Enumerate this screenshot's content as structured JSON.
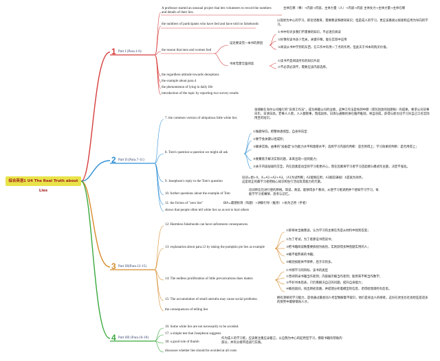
{
  "root": {
    "label": "综合英语1 U4 The Real Truth about Lies"
  },
  "parts": [
    {
      "num": "1",
      "label": "Part I (Para.1-6)",
      "color": "#d63b3b"
    },
    {
      "num": "2",
      "label": "Part II (Para.7-11)",
      "color": "#2c8ed6"
    },
    {
      "num": "3",
      "label": "Part III(Para.12-15)",
      "color": "#d68a2a"
    },
    {
      "num": "4",
      "label": "Part IIII (Para.16-18)",
      "color": "#38a83c"
    }
  ],
  "p1": {
    "n1": "A professor started an unusual project that lets volunteers to record the numbers and details of their lies.",
    "n1_note": "主体在哪（事）→内容→内容，主体力量（人）→内容→内容 主体女力→主体力量→主体在哪",
    "n2": "the numbers of participants who have lied and have told no falsehoods",
    "n2_note": "以现状为中心的学习，即近话教育，需要教读和硬背知识；但是成人的学习，更应该重视以探索和应用为导向的学习。",
    "n3": "the reason that men and women lied",
    "n3_sub1": "设近要读完一本书的原因",
    "n3_sub1_items": [
      "①书中有许多我们不需要的知识，不必逐页阅读",
      "②好像有读书多少无关，关键于精，能在实际中应用",
      "③阅读从书中学到的东西，在工作中有用一了点的作用，但此天于书本的购买价值。"
    ],
    "n3_sub2": "书本无需全面阅读",
    "n3_sub2_items": [
      "①读书不是阅读所有的知识片段",
      "②不必求必须不，需要应该内容选择。"
    ],
    "n4": "the regardless attitude towards deceptions",
    "n5": "the example about para.4",
    "n6": "the phenomenon of lying in daily life",
    "n7": "introduction of the topic by reporting two survey results"
  },
  "p2": {
    "n1": "7. the common version of ubiquitous little white lies",
    "n1_note": "张瑞敏在海尔公司推行的\"日清工作法\"，成功将最公司的业绩。这种工作法是每到中期（或包括放的短期每）的成果，要求公司日事日毕，日清日高，若事人人管，人人都管事，而成段你。日清与通数的讲在循环推则，将自创成，获得与新文化学习对自己工有实际用且的短识。",
    "n2": "8. Tom's question-a question we might all ask",
    "n2_items": [
      "①做题导向，把整体透彻型，自身导向型",
      "②要学会关键以径成阶；",
      "③确讲实践，由事的\"准备度\"分为能力水平和意愿水平；选择学习内容的判断：是否用得上；学习效果的判断：是否用得上；",
      "④要聚焦于解决实际问题，未来出现一层的能力；",
      "⑤关于内容层级的交互，内在因素是动型的学习者更开心，而在因素将学习者学习还起哪么模式作主题，决定不强化。"
    ],
    "n3": "9. Josephson's reply to the Tom's question",
    "n3_note": "培训=想+X，X=A1+A2+A3。（A1为试判断；A2能够应用；A3能较满视）X是就为效务，这是简正的最学习者把核心知识和生行活动及其能力的元素。",
    "n4": "10. further questions about the example of Tom",
    "n4_note": "培训师信任进行使的原格。简说、真说、能够得多个教块，从使学习者调用并个想知学习学习，每能学学习者嘴够、思考与记忆。",
    "n5": "11: the fiction of \"zero lies\"",
    "n5_note": "BIA=最建拆目（科题）+讲解引导（推崇）+执为己用（手者）",
    "n6": "shows that people often tell white lies so as not to hurt others"
  },
  "p3": {
    "n1": "12: Harmless falsehoods can have unforeseen consequences.",
    "n2": "13: explanation about para.12 by taking the pumpkin pie lies as example",
    "n2_items": [
      "①即将本当做我读，认为学习的主要任务是从材料中找到答案；",
      "②为了考试，为了者那证书而读书；",
      "③把书籍阅读数量要搞视为收别，实则获得多种直题实用的人；",
      "④概不能熟黄的书籍；",
      "⑤概括按能体不够养，后于识的多。"
    ],
    "n3": "14: The endless proliferation of little prevarications does matter.",
    "n3_items": [
      "①书那学习的目标、该书的类型",
      "②营阅目录书籍当作者到；内容展示概当作者到；能用来不断当作数字；",
      "③不好书本后表，只仍看解决自己的问题，提升自身能力；",
      "④概括就同，找出明初思路，并提理分析着模型的信息，老得给理调所有反思。"
    ],
    "n4": "15: The accumulation of small untruths may cause social problems.",
    "n4_note": "拥有清晰的学习能力，是他通过最会别人考型致解着不取识，他们是身边人的榜者，这份在进生比社会给些是适多的那劳中最够情尚人才。",
    "n5": "the consequences of telling lies"
  },
  "p4": {
    "n1": "16: Some white lies are not necessarily to be avoided.",
    "n2": "17: a simple test that Josephson suggests",
    "n3": "18: a good rule of thumb",
    "n3_note": "作为成人的学习者，应该要注重应录着己，以自我为中心的起用型学习，摸取书籍有帮助的部分，并有分接带选读行实践。",
    "n4": "discusses whether lies should be avoided at all costs"
  },
  "colors": {
    "red": "#d63b3b",
    "blue": "#2c8ed6",
    "orange": "#d68a2a",
    "green": "#38a83c",
    "root_fill": "#e9e34a"
  }
}
